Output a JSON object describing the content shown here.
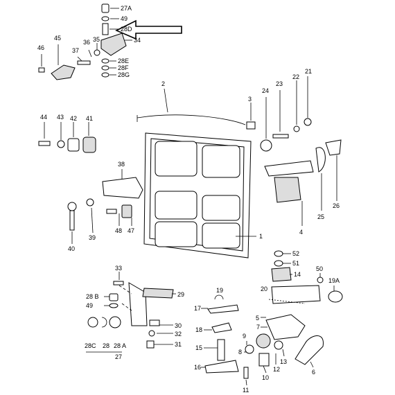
{
  "labels": {
    "l27a": "27A",
    "l49a": "49",
    "l28d": "28D",
    "l35": "35",
    "l34": "34",
    "l36": "36",
    "l37": "37",
    "l45": "45",
    "l46": "46",
    "l28e": "28E",
    "l28f": "28F",
    "l28g": "28G",
    "l2": "2",
    "l3": "3",
    "l24": "24",
    "l23": "23",
    "l22": "22",
    "l21": "21",
    "l44": "44",
    "l43": "43",
    "l42": "42",
    "l41": "41",
    "l38": "38",
    "l40": "40",
    "l39": "39",
    "l48": "48",
    "l47": "47",
    "l1": "1",
    "l4": "4",
    "l25": "25",
    "l26": "26",
    "l52": "52",
    "l51": "51",
    "l14": "14",
    "l50": "50",
    "l19a": "19A",
    "l20": "20",
    "l5": "5",
    "l7": "7",
    "l9": "9",
    "l8": "8",
    "l13": "13",
    "l12": "12",
    "l10": "10",
    "l11": "11",
    "l6": "6",
    "l19": "19",
    "l17": "17",
    "l18": "18",
    "l15": "15",
    "l16": "16",
    "l33": "33",
    "l28b": "28 B",
    "l49b": "49",
    "l29": "29",
    "l30": "30",
    "l32": "32",
    "l31": "31",
    "l28c": "28C",
    "l28": "28",
    "l28a": "28 A",
    "l27": "27"
  }
}
